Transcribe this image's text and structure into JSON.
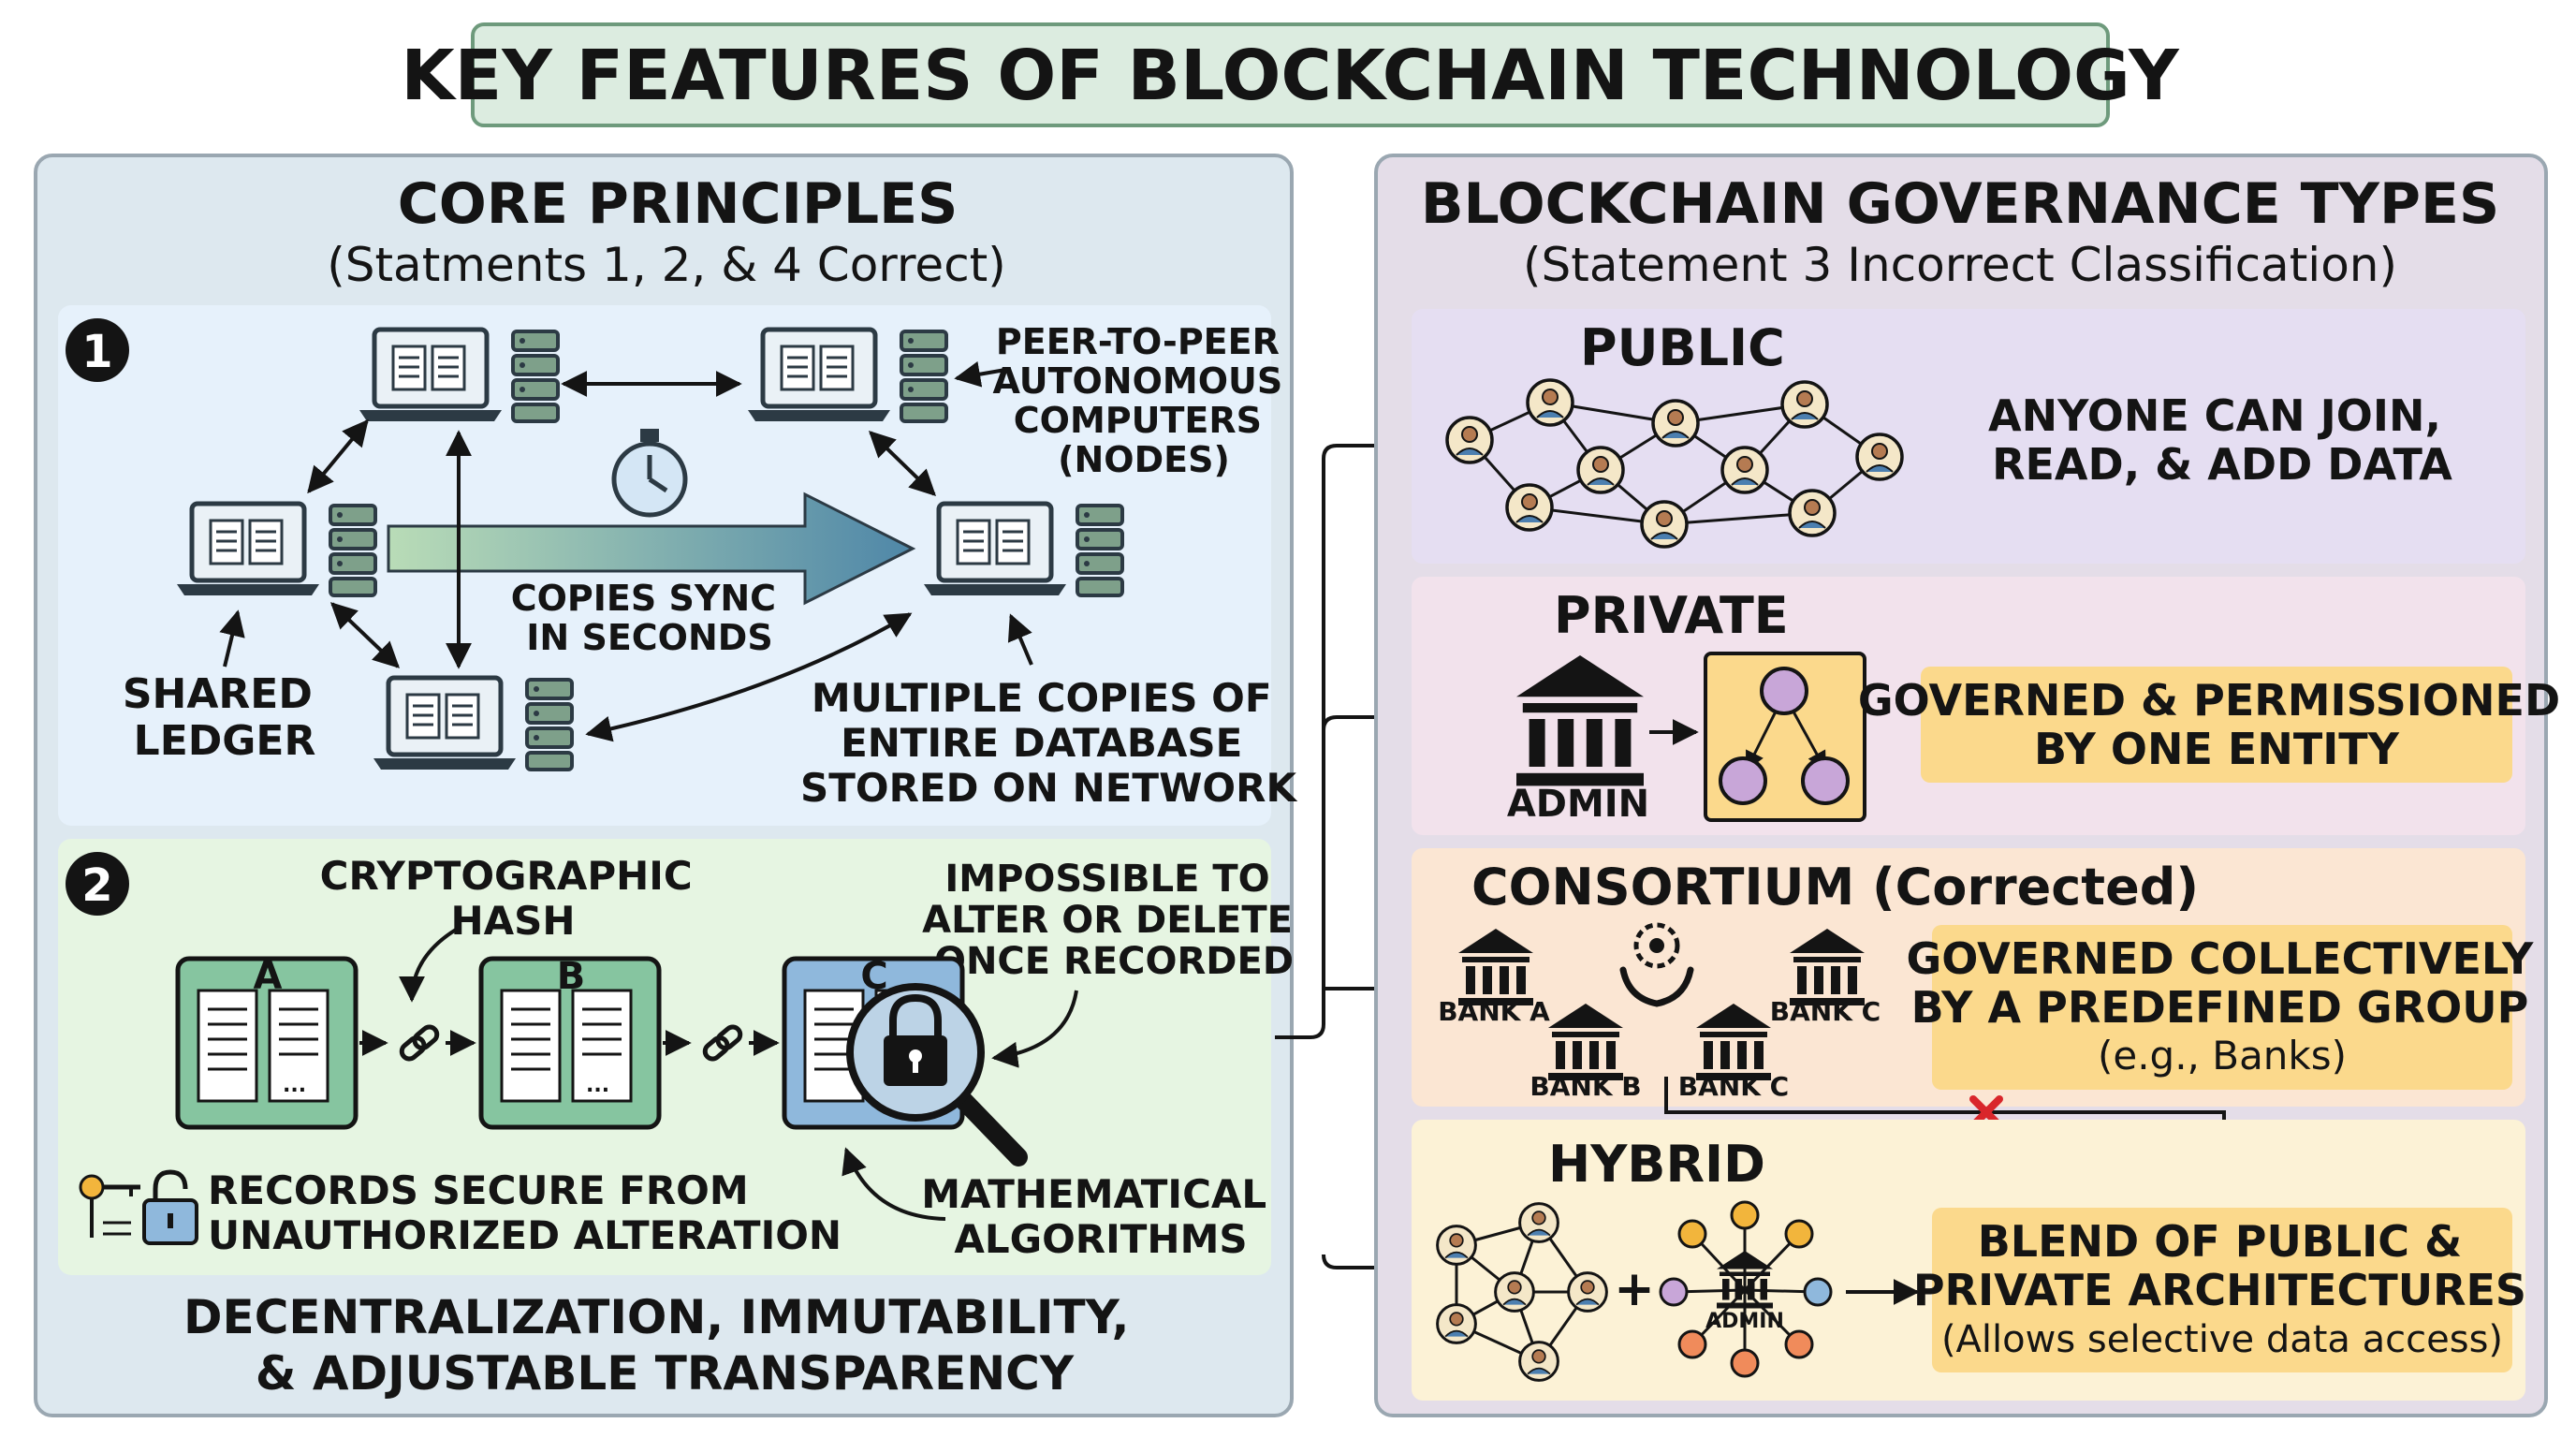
{
  "title": "KEY FEATURES OF BLOCKCHAIN TECHNOLOGY",
  "colors": {
    "title_bg": "#dcece0",
    "title_border": "#6e9a7c",
    "left_panel_bg": "#dde8ef",
    "panel_border": "#9aa7b1",
    "right_panel_bg": "#e4dde8",
    "section1_bg": "#e6f1fb",
    "section2_bg": "#e6f5e2",
    "public_bg": "#e5def2",
    "private_bg": "#f2e2ec",
    "consortium_bg": "#fbe6d3",
    "hybrid_bg": "#fcf2d6",
    "highlight_box": "#fbd98c",
    "block_green": "#86c5a0",
    "block_blue": "#8fb8dc",
    "arrow_gradient_start": "#b9dcb7",
    "arrow_gradient_end": "#4f87a8",
    "cross_red": "#d9262b",
    "ink": "#141414"
  },
  "left": {
    "heading": "CORE PRINCIPLES",
    "subheading": "(Statments 1, 2, & 4 Correct)",
    "section1": {
      "badge": "1",
      "peer_label_lines": [
        "PEER-TO-PEER",
        "AUTONOMOUS",
        "COMPUTERS",
        "(NODES)"
      ],
      "sync_label_lines": [
        "COPIES SYNC",
        "IN SECONDS"
      ],
      "ledger_label_lines": [
        "SHARED",
        "LEDGER"
      ],
      "copies_label_lines": [
        "MULTIPLE COPIES OF",
        "ENTIRE DATABASE",
        "STORED ON NETWORK"
      ],
      "icons": [
        "laptop-icon",
        "server-icon",
        "stopwatch-icon"
      ]
    },
    "section2": {
      "badge": "2",
      "hash_label_lines": [
        "CRYPTOGRAPHIC",
        "HASH"
      ],
      "impossible_label_lines": [
        "IMPOSSIBLE TO",
        "ALTER OR DELETE",
        "ONCE RECORDED"
      ],
      "blocks": [
        "A",
        "B",
        "C"
      ],
      "secure_label_lines": [
        "RECORDS SECURE FROM",
        "UNAUTHORIZED ALTERATION"
      ],
      "math_label_lines": [
        "MATHEMATICAL",
        "ALGORITHMS"
      ],
      "icons": [
        "chain-link-icon",
        "padlock-icon",
        "magnifier-icon",
        "key-icon",
        "unlock-icon"
      ]
    },
    "footer_lines": [
      "DECENTRALIZATION, IMMUTABILITY,",
      "& ADJUSTABLE TRANSPARENCY"
    ]
  },
  "right": {
    "heading": "BLOCKCHAIN GOVERNANCE TYPES",
    "subheading": "(Statement 3 Incorrect Classification)",
    "public": {
      "title": "PUBLIC",
      "desc_lines": [
        "ANYONE CAN JOIN,",
        "READ, & ADD DATA"
      ]
    },
    "private": {
      "title": "PRIVATE",
      "admin_label": "ADMIN",
      "desc_lines": [
        "GOVERNED & PERMISSIONED",
        "BY ONE ENTITY"
      ]
    },
    "consortium": {
      "title": "CONSORTIUM (Corrected)",
      "banks": [
        "BANK A",
        "BANK B",
        "BANK C",
        "BANK C"
      ],
      "desc_lines": [
        "GOVERNED COLLECTIVELY",
        "BY A PREDEFINED GROUP",
        "(e.g., Banks)"
      ]
    },
    "hybrid": {
      "title": "HYBRID",
      "admin_label": "ADMIN",
      "plus": "+",
      "desc_lines": [
        "BLEND OF PUBLIC &",
        "PRIVATE ARCHITECTURES",
        "(Allows selective data access)"
      ]
    },
    "icons": [
      "person-avatar-icon",
      "bank-building-icon",
      "org-chart-icon",
      "handshake-gear-icon",
      "red-x-icon"
    ]
  }
}
